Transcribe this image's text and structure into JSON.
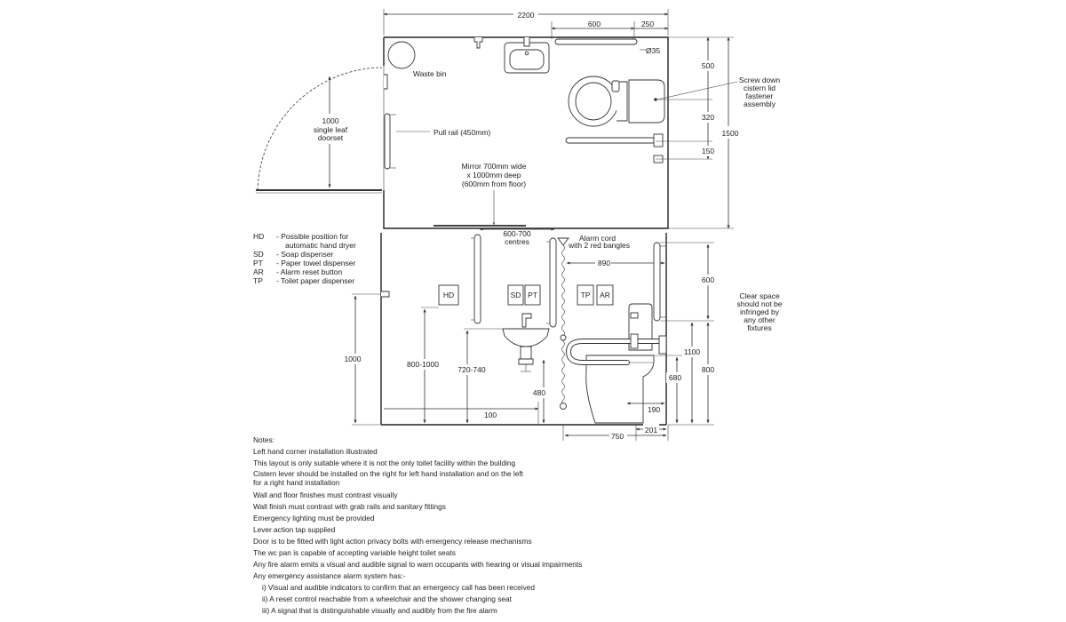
{
  "plan": {
    "width_dim": "2200",
    "depth_dim": "1500",
    "rail_600": "600",
    "dim_250": "250",
    "dia_35": "Ø35",
    "dim_500": "500",
    "dim_320": "320",
    "dim_150": "150",
    "waste_bin": "Waste bin",
    "door_lines": [
      "1000",
      "single leaf",
      "doorset"
    ],
    "pull_rail": "Pull rail (450mm)",
    "mirror_lines": [
      "Mirror 700mm wide",
      "x 1000mm deep",
      "(600mm from floor)"
    ],
    "cistern_lines": [
      "Screw down",
      "cistern lid",
      "fastener",
      "assembly"
    ]
  },
  "elevation": {
    "centres_lines": [
      "600-700",
      "centres"
    ],
    "alarm_lines": [
      "Alarm cord",
      "with 2 red bangles"
    ],
    "dim_890": "890",
    "dim_600": "600",
    "dim_1100": "1100",
    "dim_800": "800",
    "dim_680": "680",
    "dim_190": "190",
    "dim_750": "750",
    "dim_201": "201",
    "dim_1000": "1000",
    "dim_800_1000": "800-1000",
    "dim_720_740": "720-740",
    "dim_480": "480",
    "dim_100": "100",
    "clear_lines": [
      "Clear space",
      "should not be",
      "infringed by",
      "any other",
      "fixtures"
    ],
    "boxes": {
      "hd": "HD",
      "sd": "SD",
      "pt": "PT",
      "tp": "TP",
      "ar": "AR"
    }
  },
  "legend": [
    {
      "code": "HD",
      "text": "- Possible position for"
    },
    {
      "code": "",
      "text": "automatic hand dryer"
    },
    {
      "code": "SD",
      "text": "- Soap dispenser"
    },
    {
      "code": "PT",
      "text": "- Paper towel dispenser"
    },
    {
      "code": "AR",
      "text": "- Alarm reset button"
    },
    {
      "code": "TP",
      "text": "- Toilet paper dispenser"
    }
  ],
  "notes": {
    "title": "Notes:",
    "items": [
      "Left hand corner installation illustrated",
      "This layout is only suitable where it is not the only toilet facility within the building",
      "Cistern lever should be installed on the right for left hand installation and on the left\nfor a right hand installation",
      "Wall and floor finishes must contrast visually",
      "Wall finish must contrast with grab rails and sanitary fittings",
      "Emergency lighting must be provided",
      "Lever action tap supplied",
      "Door is to be fitted with light action privacy bolts with emergency release mechanisms",
      "The wc pan is capable of accepting variable height toilet seats",
      "Any fire alarm emits a visual and audible signal to warn occupants with hearing or visual impairments",
      "Any emergency assistance alarm system has:-"
    ],
    "subitems": [
      "i)   Visual and audible indicators to confirm that an emergency call has been received",
      "ii)  A reset control reachable from a wheelchair and the shower changing seat",
      "iii) A signal that is distinguishable visually and audibly from the fire alarm"
    ]
  }
}
